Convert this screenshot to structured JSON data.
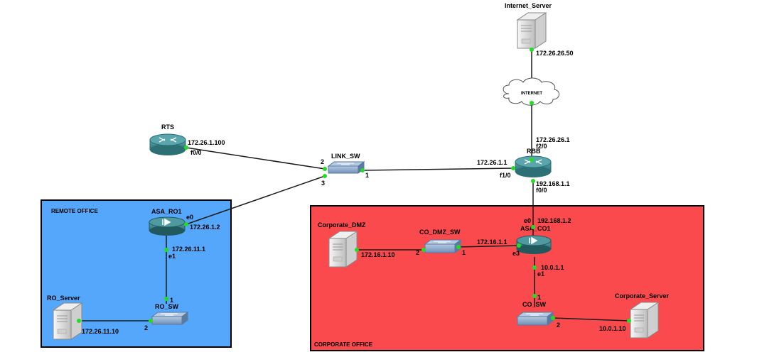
{
  "colors": {
    "remote_zone_fill": "#54a7fb",
    "corporate_zone_fill": "#fb4a4e",
    "zone_border": "#000000",
    "link": "#1a1a1a",
    "port_dot": "#22dd22",
    "router": "#3f8a91",
    "asa": "#2e7d83",
    "switch": "#7fa2c8",
    "server": "#e6e6e6"
  },
  "zones": {
    "remote": "REMOTE OFFICE",
    "corporate": "CORPORATE OFFICE"
  },
  "devices": {
    "internet_server": {
      "name": "Internet_Server",
      "type": "server-icon"
    },
    "internet": {
      "name": "INTERNET",
      "type": "cloud-icon"
    },
    "rts": {
      "name": "RTS",
      "type": "router-icon"
    },
    "link_sw": {
      "name": "LINK_SW",
      "type": "switch-icon"
    },
    "rbb": {
      "name": "RBB",
      "type": "router-icon"
    },
    "asa_ro1": {
      "name": "ASA_RO1",
      "type": "firewall-icon"
    },
    "ro_server": {
      "name": "RO_Server",
      "type": "server-icon"
    },
    "ro_sw": {
      "name": "RO_SW",
      "type": "switch-icon"
    },
    "corporate_dmz": {
      "name": "Corporate_DMZ",
      "type": "server-icon"
    },
    "co_dmz_sw": {
      "name": "CO_DMZ_SW",
      "type": "switch-icon"
    },
    "asa_co1": {
      "name": "ASA_CO1",
      "type": "firewall-icon"
    },
    "co_sw": {
      "name": "CO_SW",
      "type": "switch-icon"
    },
    "corporate_server": {
      "name": "Corporate_Server",
      "type": "server-icon"
    }
  },
  "labels": {
    "inet_server_ip": "172.26.26.50",
    "rbb_inet_ip": "172.26.26.1",
    "rbb_f2": "f2/0",
    "rts_ip": "172.26.1.100",
    "rts_f0": "f0/0",
    "link_sw_p2": "2",
    "link_sw_p3": "3",
    "link_sw_p1": "1",
    "rbb_link_ip": "172.26.1.1",
    "rbb_f1": "f1/0",
    "rbb_corp_ip": "192.168.1.1",
    "rbb_f0": "f0/0",
    "asa_ro1_e0": "e0",
    "asa_ro1_e0_ip": "172.26.1.2",
    "asa_ro1_e1_ip": "172.26.11.1",
    "asa_ro1_e1": "e1",
    "ro_sw_p1": "1",
    "ro_sw_p2": "2",
    "ro_server_ip": "172.26.11.10",
    "asa_co1_e0": "e0",
    "asa_co1_e0_ip": "192.168.1.2",
    "co_dmz_sw_p2": "2",
    "co_dmz_sw_p1": "1",
    "corp_dmz_ip": "172.16.1.10",
    "asa_co1_e3_ip": "172.16.1.1",
    "asa_co1_e3": "e3",
    "asa_co1_e1_ip": "10.0.1.1",
    "asa_co1_e1": "e1",
    "co_sw_p1": "1",
    "co_sw_p2": "2",
    "corp_server_ip": "10.0.1.10"
  }
}
